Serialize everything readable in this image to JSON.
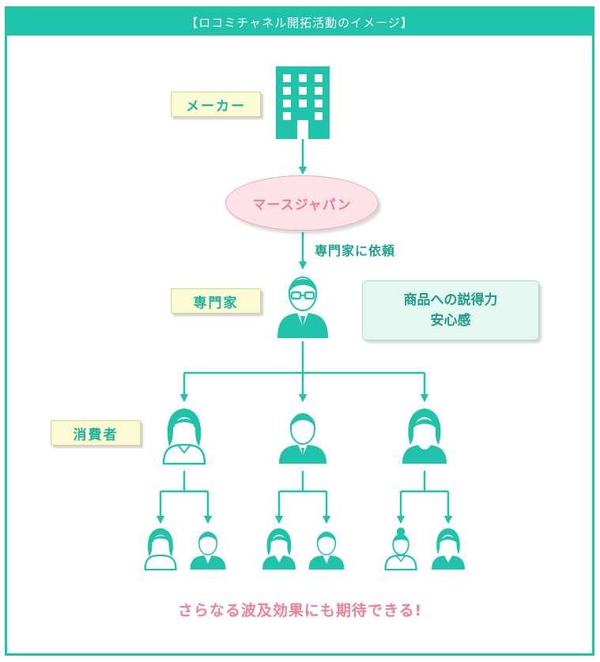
{
  "title": "【ロコミチャネル開拓活動のイメージ】",
  "labels": {
    "maker": "メーカー",
    "expert": "専門家",
    "consumer": "消費者"
  },
  "mars_japan": "マースジャパン",
  "arrow_label": "専門家に依頼",
  "note": {
    "line1": "商品への説得力",
    "line2": "安心感"
  },
  "footer": "さらなる波及効果にも期待できる!",
  "colors": {
    "teal": "#1fc3a9",
    "pink": "#ef8096",
    "label_bg": "#fafad4"
  },
  "icons": [
    "building-icon",
    "expert-glasses-icon",
    "woman-icon",
    "man-icon"
  ]
}
